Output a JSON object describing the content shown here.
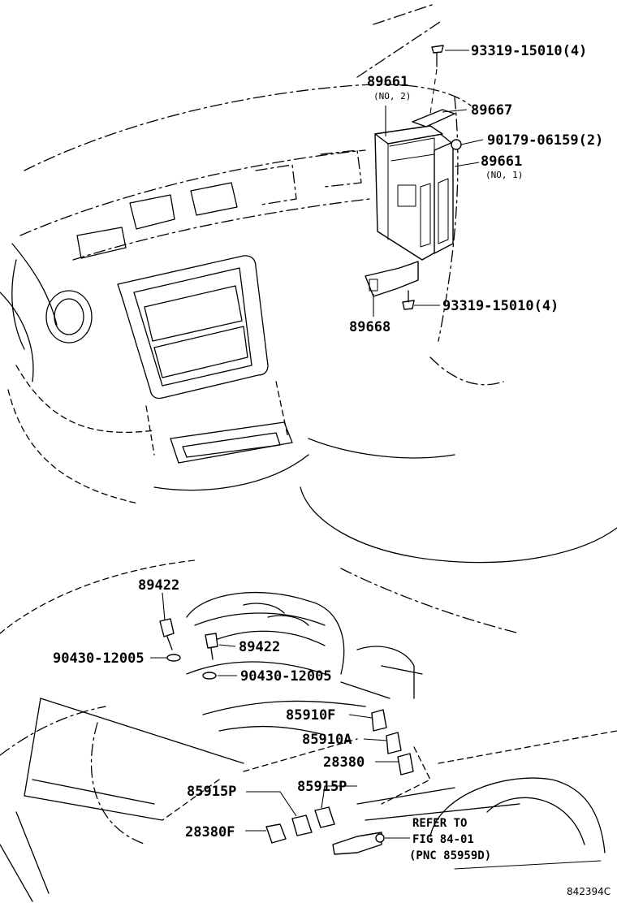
{
  "callouts": {
    "screw_top": "93319-15010(4)",
    "ecu_no2": "89661",
    "ecu_no2_note": "(NO, 2)",
    "bracket_top": "89667",
    "bolt": "90179-06159(2)",
    "ecu_no1": "89661",
    "ecu_no1_note": "(NO, 1)",
    "screw_bottom": "93319-15010(4)",
    "bracket_bottom": "89668",
    "sensor_upper": "89422",
    "gasket_left": "90430-12005",
    "sensor_lower": "89422",
    "gasket_right": "90430-12005",
    "relay_f": "85910F",
    "relay_a": "85910A",
    "relay_28380": "28380",
    "relay_p_left": "85915P",
    "relay_p_right": "85915P",
    "relay_28380f": "28380F"
  },
  "reference": {
    "line1": "REFER TO",
    "line2": "FIG 84-01",
    "line3": "(PNC 85959D)"
  },
  "figure_number": "842394C"
}
